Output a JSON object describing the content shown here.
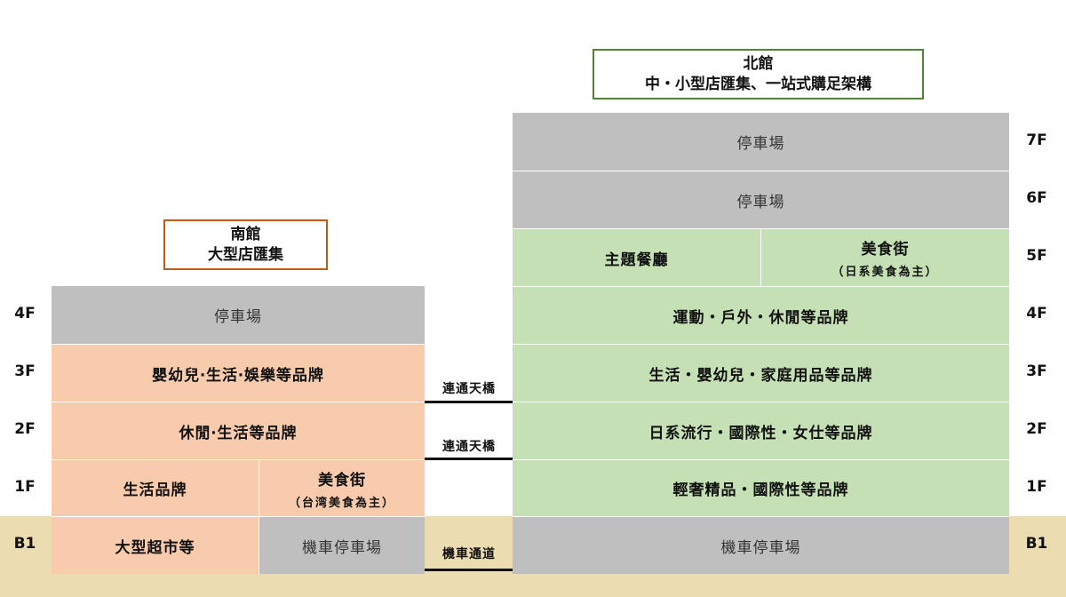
{
  "south_hall": {
    "title": "南館",
    "subtitle": "大型店匯集",
    "floors": {
      "f4": "停車場",
      "f3": "嬰幼兒‧生活‧娛樂等品牌",
      "f2": "休閒‧生活等品牌",
      "f1_left": "生活品牌",
      "f1_right_title": "美食街",
      "f1_right_sub": "（台湾美食為主）",
      "b1_left": "大型超市等",
      "b1_right": "機車停車場"
    }
  },
  "north_hall": {
    "title": "北館",
    "subtitle": "中・小型店匯集、一站式購足架構",
    "floors": {
      "f7": "停車場",
      "f6": "停車場",
      "f5_left": "主題餐廳",
      "f5_right_title": "美食街",
      "f5_right_sub": "（日系美食為主）",
      "f4": "運動・戶外・休閒等品牌",
      "f3": "生活・嬰幼兒・家庭用品等品牌",
      "f2": "日系流行・國際性・女仕等品牌",
      "f1": "輕奢精品・國際性等品牌",
      "b1": "機車停車場"
    }
  },
  "connectors": {
    "bridge_3f": "連通天橋",
    "bridge_2f": "連通天橋",
    "tunnel_b1": "機車通道"
  },
  "floor_labels": {
    "f7": "7F",
    "f6": "6F",
    "f5": "5F",
    "f4": "4F",
    "f3": "3F",
    "f2": "2F",
    "f1": "1F",
    "b1": "B1"
  },
  "colors": {
    "parking": "#bfbfbf",
    "south": "#f8cbad",
    "north": "#c5e0b4",
    "ground": "#ebdcb1",
    "south_border": "#c55a11",
    "north_border": "#548235"
  }
}
